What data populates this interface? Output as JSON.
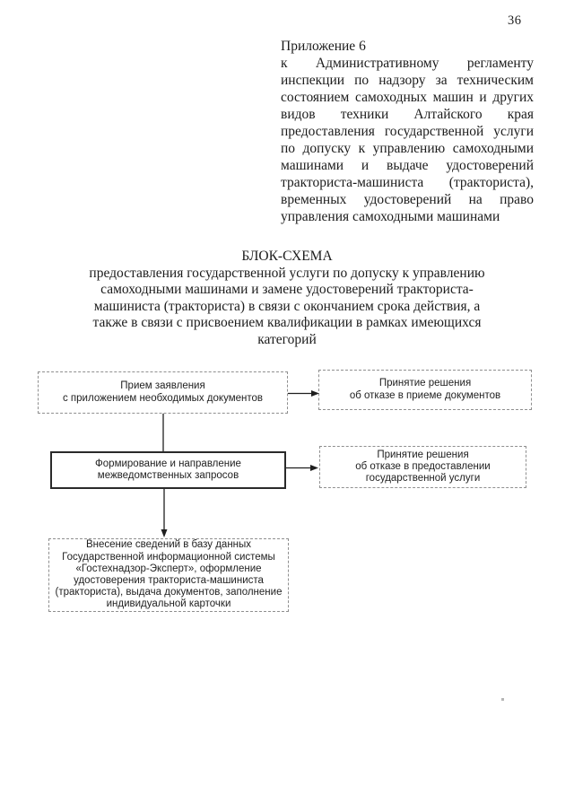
{
  "page": {
    "number": "36"
  },
  "appendix": {
    "lines": [
      "Приложение 6",
      "к Административному регламенту",
      "инспекции по надзору за техническим",
      "состоянием самоходных машин и других",
      "видов техники Алтайского края",
      "предоставления государственной услуги",
      "по допуску к управлению самоходными",
      "машинами и выдаче удостоверений",
      "тракториста-машиниста (тракториста),",
      "временных удостоверений на право",
      "управления самоходными машинами"
    ]
  },
  "flow_title": {
    "lines": [
      "БЛОК-СХЕМА",
      "предоставления государственной услуги по допуску к управлению",
      "самоходными машинами и замене удостоверений тракториста-",
      "машиниста (тракториста) в связи с окончанием срока действия, а",
      "также в связи с присвоением квалификации в рамках имеющихся",
      "категорий"
    ]
  },
  "flowchart": {
    "boxes": [
      {
        "name": "receive-application",
        "border": "dashed",
        "lines": [
          "Прием заявления",
          "с приложением необходимых документов"
        ]
      },
      {
        "name": "reject-documents",
        "border": "dashed",
        "lines": [
          "Принятие решения",
          "об отказе в приеме документов"
        ]
      },
      {
        "name": "interagency-requests",
        "border": "solid",
        "lines": [
          "Формирование и направление",
          "межведомственных запросов"
        ]
      },
      {
        "name": "reject-service",
        "border": "dashed",
        "lines": [
          "Принятие решения",
          "об отказе в предоставлении",
          "государственной услуги"
        ]
      },
      {
        "name": "register-and-issue",
        "border": "dashed",
        "lines": [
          "Внесение сведений в базу данных",
          "Государственной информационной системы",
          "«Гостехнадзор-Эксперт», оформление",
          "удостоверения тракториста-машиниста",
          "(тракториста), выдача документов, заполнение",
          "индивидуальной карточки"
        ]
      }
    ]
  },
  "colors": {
    "background": "#ffffff",
    "text": "#1c1c1c",
    "dashed_border": "#8f8f8f",
    "solid_border": "#2a2a2a",
    "arrow": "#1f1f1f"
  }
}
